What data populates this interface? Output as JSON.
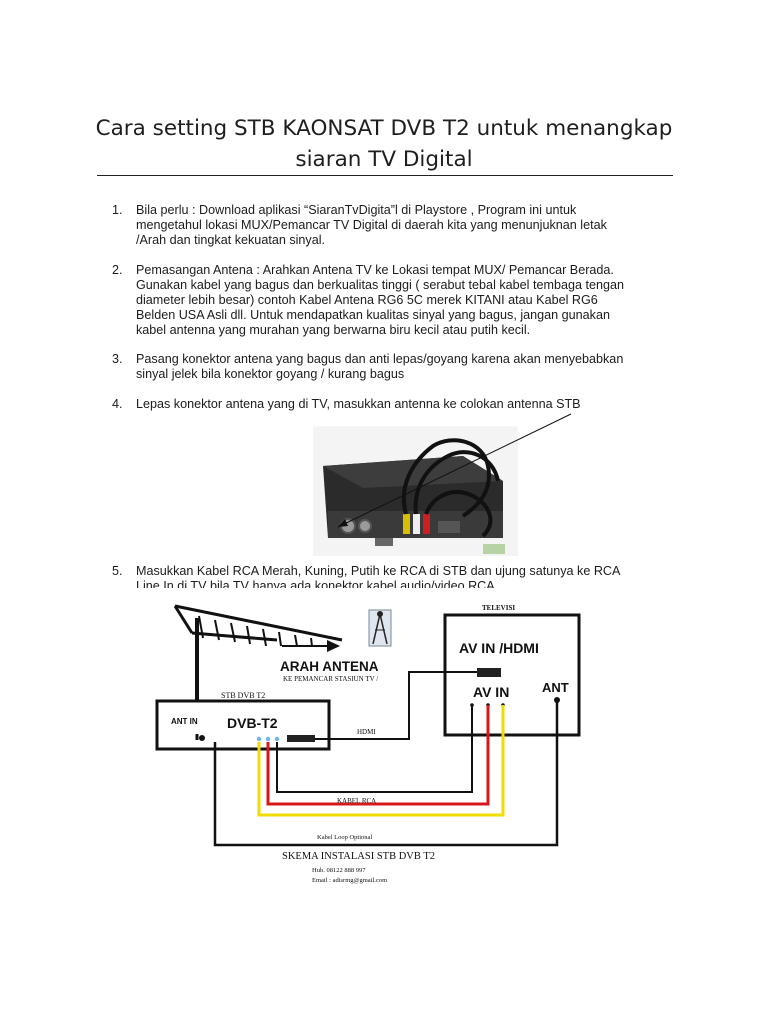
{
  "document": {
    "title_line1": "Cara setting STB KAONSAT DVB T2 untuk menangkap",
    "title_line2": "siaran TV Digital"
  },
  "steps": [
    {
      "number": "1.",
      "lines": [
        "Bila perlu : Download aplikasi “SiaranTvDigita”l di Playstore , Program ini untuk",
        "mengetahul lokasi MUX/Pemancar TV Digital di daerah kita yang menunjuknan letak",
        "/Arah dan tingkat kekuatan sinyal."
      ]
    },
    {
      "number": "2.",
      "lines": [
        "Pemasangan Antena : Arahkan Antena TV ke Lokasi tempat MUX/ Pemancar Berada.",
        "Gunakan kabel yang bagus dan berkualitas tinggi ( serabut tebal kabel tembaga tengan",
        "diameter lebih besar) contoh Kabel Antena RG6 5C merek KITANI atau Kabel RG6",
        "Belden USA Asli dll. Untuk mendapatkan kualitas sinyal yang bagus, jangan gunakan",
        "kabel antenna yang murahan yang berwarna biru kecil atau putih kecil."
      ]
    },
    {
      "number": "3.",
      "lines": [
        "Pasang konektor antena yang bagus dan anti lepas/goyang karena akan menyebabkan",
        "sinyal jelek bila konektor goyang / kurang bagus"
      ]
    },
    {
      "number": "4.",
      "lines": [
        "Lepas konektor antena yang di TV, masukkan antenna ke colokan antenna STB"
      ]
    },
    {
      "number": "5.",
      "lines": [
        "Masukkan Kabel RCA Merah, Kuning, Putih ke RCA di STB dan ujung satunya ke RCA",
        "Line In di TV bila TV hanya ada konektor kabel audio/video RCA"
      ]
    }
  ],
  "diagram": {
    "televisi": "TELEVISI",
    "av_in_hdmi": "AV IN /HDMI",
    "av_in": "AV IN",
    "ant": "ANT",
    "arah_antena": "ARAH ANTENA",
    "ke_pemancar": "KE PEMANCAR STASIUN TV /",
    "stb_dvb_t2": "STB DVB T2",
    "ant_in": "ANT IN",
    "dvb_t2": "DVB-T2",
    "hdmi": "HDMI",
    "kabel_rca": "KABEL RCA",
    "kabel_loop": "Kabel Loop Optional",
    "skema_title": "SKEMA INSTALASI STB DVB T2",
    "hub": "Hub. 08122 888 997",
    "email": "Email : adisrmg@gmail.com",
    "colors": {
      "yellow_cable": "#f0dc00",
      "red_cable": "#d81818",
      "white_cable": "#bdbdbd",
      "black_cable": "#111111",
      "blue_led": "#6fb4e8"
    }
  }
}
